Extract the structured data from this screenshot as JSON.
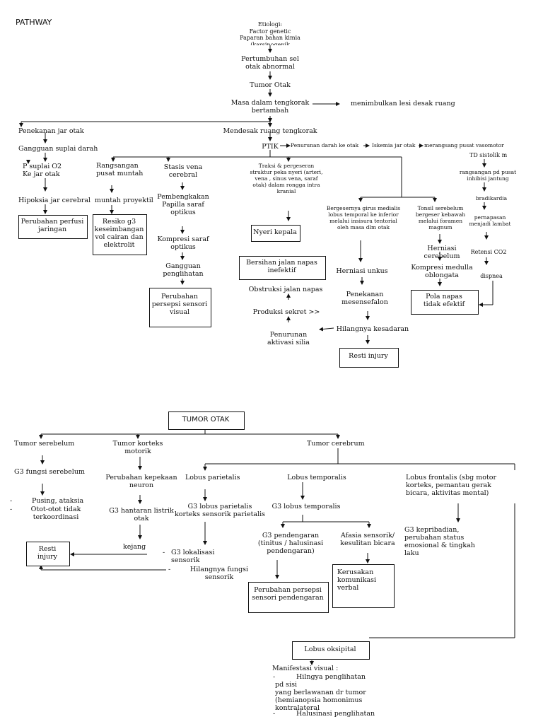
{
  "header": {
    "title": "PATHWAY"
  },
  "top": {
    "etiologi": "Etiologi:\nFactor genetic\nPaparan bahan kimia\n(karsinogenik",
    "pertumbuhan": "Pertumbuhan sel\notak abnormal",
    "tumor_otak": "Tumor Otak",
    "masa": "Masa dalam tengkorak\nbertambah",
    "lesi": "menimbulkan lesi desak ruang",
    "penekanan": "Penekanan jar otak",
    "mendesak": "Mendesak ruang tengkorak",
    "gangguan_suplai": "Gangguan suplai darah",
    "ptik": "PTIK",
    "penurunan_darah": "Penurunan darah ke otak",
    "iskemia": "Iskemia jar otak",
    "merangsang": "merangsang pusat vasomotor",
    "td_sistolik": "TD sistolik m",
    "suplai_o2": "P    suplai O2\nKe jar otak",
    "hipoksia": "Hipoksia jar cerebral",
    "perfusi": "Perubahan perfusi\njaringan",
    "rangsangan_muntah": "Rangsangan\npusat muntah",
    "muntah": "muntah proyektil",
    "resiko_g3": "Resiko g3\nkeseimbangan\nvol cairan dan\nelektrolit",
    "stasis": "Stasis vena\ncerebral",
    "pembengkakan": "Pembengkakan\nPapilla saraf\noptikus",
    "kompresi_saraf": "Kompresi saraf\noptikus",
    "gangguan_penglihatan": "Gangguan\npenglihatan",
    "persepsi_visual": "Perubahan\npersepsi sensori\nvisual",
    "traksi": "Traksi & pergeseran\nstruktur peka nyeri (arteri,\nvena , sinus vena, saraf\notak) dalam rongga intra\nkranial",
    "nyeri": "Nyeri kepala",
    "bersihan": "Bersihan jalan napas\ninefektif",
    "obstruksi": "Obstruksi jalan napas",
    "produksi": "Produksi sekret >>",
    "penurunan_silia": "Penurunan\naktivasi silia",
    "bergesernya": "Bergesernya girus medialis\nlobus temporal ke inferior\nmelalui insisura tentorial\noleh masa dlm otak",
    "herniasi_unkus": "Herniasi unkus",
    "penekanan_mesen": "Penekanan\nmesensefalon",
    "hilangnya_kesadaran": "Hilangnya kesadaran",
    "resti_injury_top": "Resti injury",
    "tonsil": "Tonsil serebelum\nbergeser kebawah\nmelalui foramen\nmagnum",
    "herniasi_cerebelum": "Herniasi cerebelum",
    "kompresi_medulla": "Kompresi medulla\noblongata",
    "pola_napas": "Pola napas\ntidak efektif",
    "rangsangan_inhibisi": "rangsangan pd pusat\ninhibisi jantung",
    "bradikardia": "bradikardia",
    "pernapasan": "pernapasan\nmenjadi lambat",
    "retensi": "Retensi CO2",
    "dispnea": "dispnea"
  },
  "bottom": {
    "tumor_otak": "TUMOR OTAK",
    "tumor_serebelum": "Tumor serebelum",
    "tumor_korteks": "Tumor korteks\nmotorik",
    "tumor_cerebrum": "Tumor cerebrum",
    "g3_fungsi": "G3 fungsi serebelum",
    "dash": "-",
    "pusing": "Pusing, ataksia",
    "ototot": "Otot-otot tidak\nterkoordinasi",
    "resti_injury": "Resti\ninjury",
    "perubahan_kepekaan": "Perubahan kepekaan\nneuron",
    "g3_hantaran": "G3 hantaran listrik\notak",
    "kejang": "kejang",
    "lobus_parietalis": "Lobus parietalis",
    "g3_parietalis": "G3 lobus parietalis\nkorteks sensorik parietalis",
    "g3_lokalisasi": "G3  lokalisasi\nsensorik",
    "hilangnya_fungsi": "Hilangnya fungsi\nsensorik",
    "lobus_temporalis": "Lobus temporalis",
    "g3_temporalis": "G3 lobus temporalis",
    "g3_pendengaran": "G3 pendengaran\n(tinitus / halusinasi\npendengaran)",
    "afasia": "Afasia sensorik/\nkesulitan bicara",
    "kerusakan": "Kerusakan\nkomunikasi\nverbal",
    "persepsi_pendengaran": "Perubahan persepsi\nsensori pendengaran",
    "lobus_frontalis": "Lobus frontalis (sbg motor\nkorteks, pemantau gerak\nbicara, aktivitas mental)",
    "g3_kepribadian": "G3 kepribadian,\nperubahan status\nemosional & tingkah\nlaku",
    "lobus_oksipital": "Lobus oksipital",
    "manifestasi": "Manifestasi visual :",
    "hilangnya_penglihatan": "Hilngya penglihatan pd sisi\nyang berlawanan dr tumor\n(hemianopsia homonimus\nkontralateral",
    "halusinasi": "Halusinasi penglihatan"
  }
}
